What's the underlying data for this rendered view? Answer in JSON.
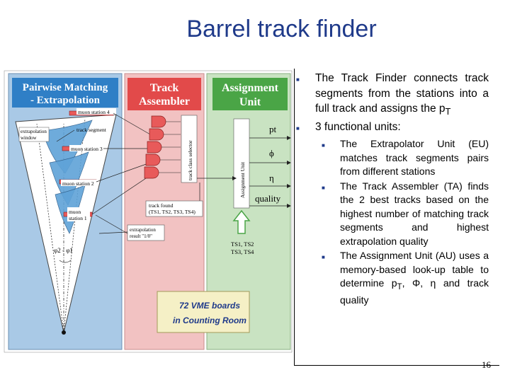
{
  "slide": {
    "title": "Barrel track finder",
    "page_number": "16"
  },
  "diagram": {
    "panels": {
      "pairwise": [
        "Pairwise Matching",
        "- Extrapolation"
      ],
      "assembler": [
        "Track",
        "Assembler"
      ],
      "assignment": [
        "Assignment",
        "Unit"
      ]
    },
    "labels": {
      "muon_station_4": "muon station 4",
      "muon_station_3": "muon station 3",
      "muon_station_2": "muon station 2",
      "muon_station_1": [
        "muon",
        "station 1"
      ],
      "extrapolation_window": [
        "extrapolation",
        "window"
      ],
      "track_segment": "track segment",
      "extrapolation_result": [
        "extrapolation",
        "result \"1/0\""
      ],
      "phi_diff": "φ2 - φ1",
      "track_class_selector": "track class selector",
      "assignment_unit_vertical": "Assignment Unit",
      "track_found": [
        "track found",
        "(TS1, TS2, TS3, TS4)"
      ],
      "ts_list": [
        "TS1, TS2",
        "TS3, TS4"
      ],
      "out_pt": "pt",
      "out_phi": "ϕ",
      "out_eta": "η",
      "out_quality": "quality",
      "vme": [
        "72 VME boards",
        "in Counting Room"
      ]
    }
  },
  "bullets": [
    {
      "text": "The Track Finder connects track segments from the stations into a full track and assigns the p",
      "sub": "T",
      "after": ""
    },
    {
      "text": "3 functional units:",
      "sub": "",
      "after": ""
    }
  ],
  "subbullets": [
    {
      "text": "The Extrapolator Unit (EU) matches track segments pairs from different stations"
    },
    {
      "text": "The Track Assembler (TA) finds the 2 best tracks based on the highest number of matching track segments and highest extrapolation quality"
    },
    {
      "text": "The Assignment Unit (AU) uses a memory-based look-up table to determine p",
      "sub": "T",
      "after": ", Φ, η and track quality"
    }
  ],
  "colors": {
    "title_blue": "#1f3a8a",
    "panel_blue_bg": "#a9c9e6",
    "panel_blue_header": "#2f7fc6",
    "panel_red_bg": "#f2c2c2",
    "panel_red_header": "#e24a4a",
    "panel_green_bg": "#c9e3c2",
    "panel_green_header": "#4aa546",
    "muon_station_fill": "#e85a5a",
    "vme_box": "#f5f0c6"
  }
}
